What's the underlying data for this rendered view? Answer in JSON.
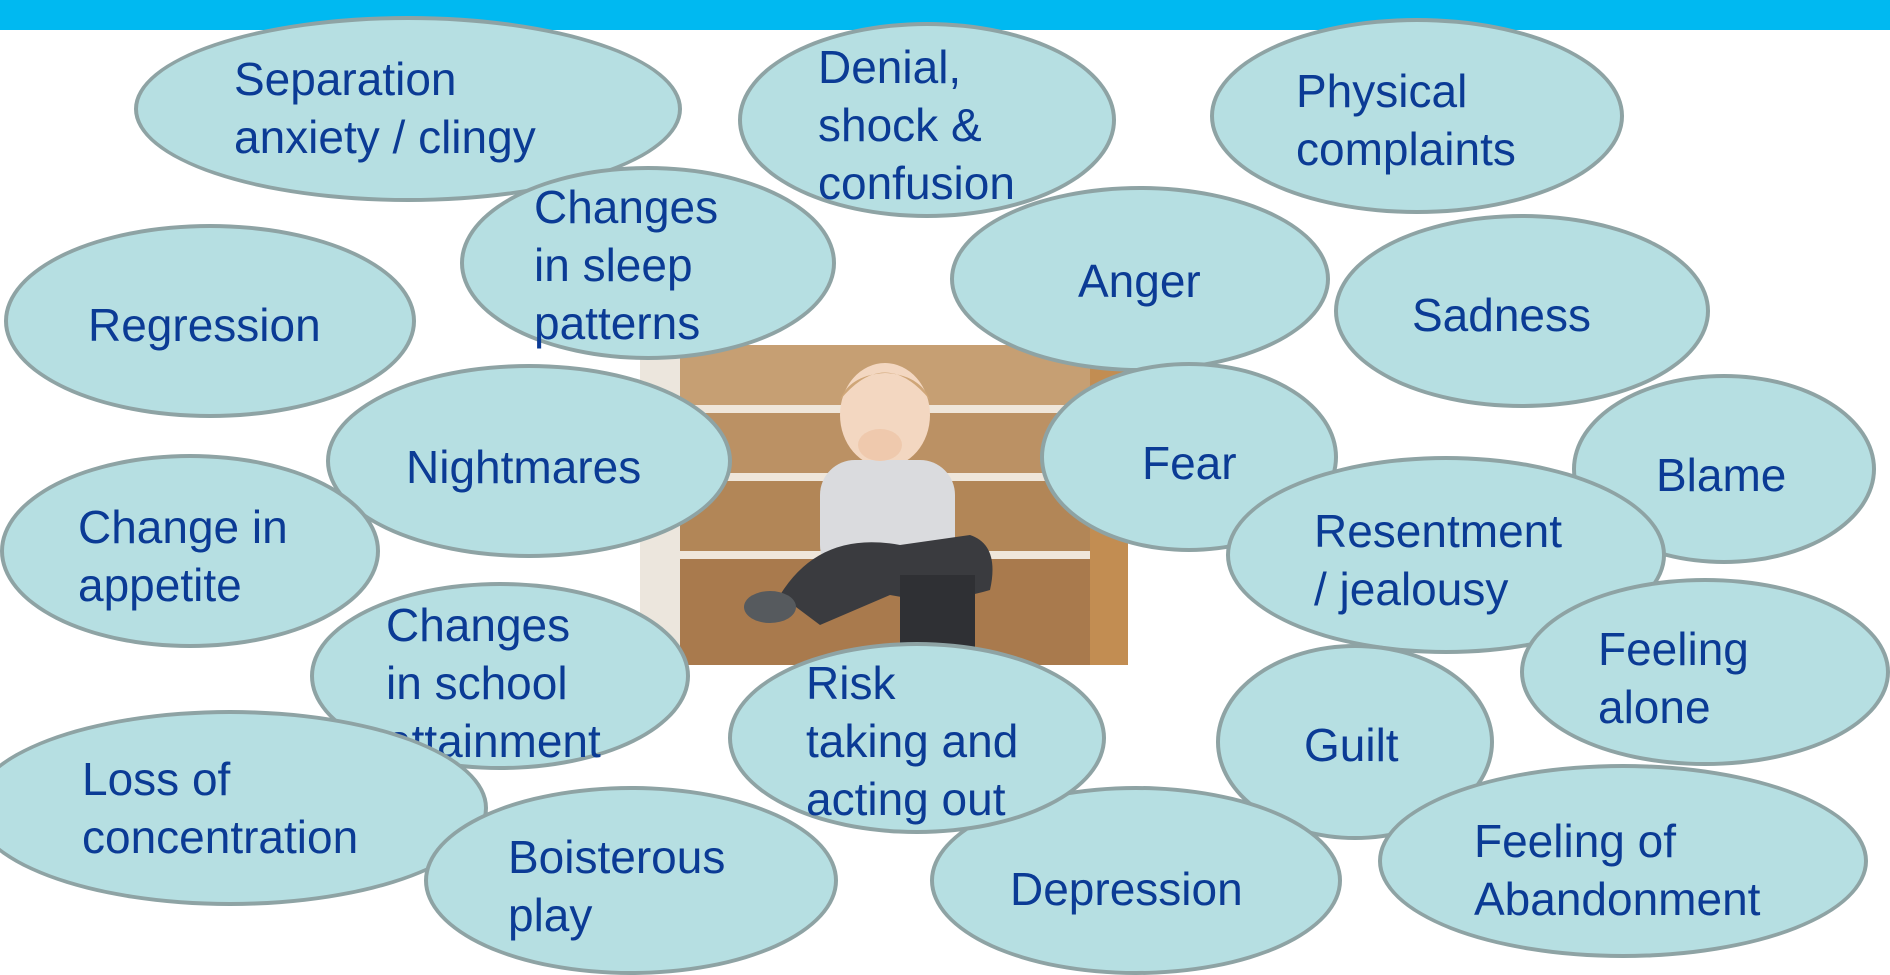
{
  "colors": {
    "top_bar": "#00b9f1",
    "bubble_fill": "#b6dfe2",
    "bubble_border": "#8ea3a4",
    "text": "#0b3b95"
  },
  "photo": {
    "icon": "child-sitting-on-stairs-photo"
  },
  "bubbles": {
    "separation": "Separation\nanxiety / clingy",
    "denial": "Denial,\nshock &\nconfusion",
    "physical": "Physical\ncomplaints",
    "sleep": "Changes\nin sleep\npatterns",
    "anger": "Anger",
    "sadness": "Sadness",
    "regression": "Regression",
    "nightmares": "Nightmares",
    "fear": "Fear",
    "blame": "Blame",
    "resentment": "Resentment\n/ jealousy",
    "appetite": "Change in\nappetite",
    "school": "Changes\nin school\nattainment",
    "feeling_alone": "Feeling\nalone",
    "risk": "Risk\ntaking and\nacting out",
    "guilt": "Guilt",
    "concentration": "Loss of\nconcentration",
    "boisterous": "Boisterous\nplay",
    "depression": "Depression",
    "abandonment": "Feeling of\nAbandonment"
  }
}
